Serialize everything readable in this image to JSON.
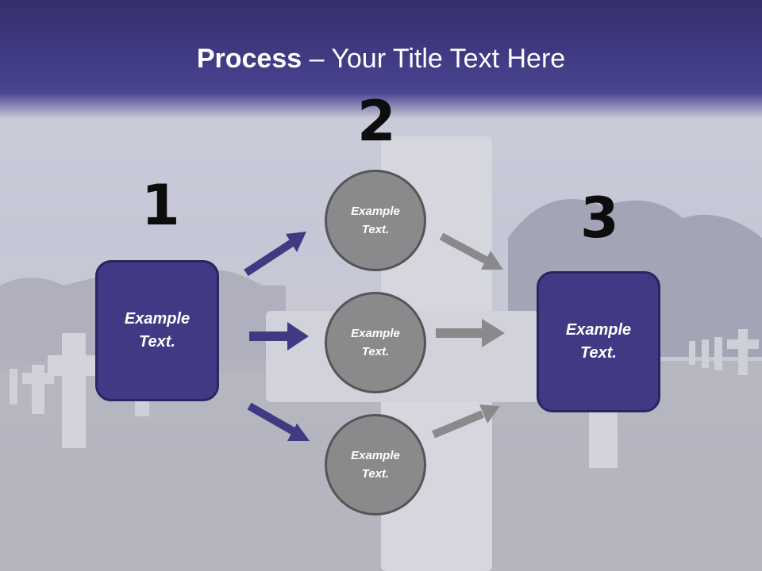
{
  "slide": {
    "title_bold": "Process",
    "title_rest": " – Your Title Text Here"
  },
  "steps": {
    "num1": "1",
    "num2": "2",
    "num3": "3"
  },
  "left_box": {
    "text": "Example Text."
  },
  "right_box": {
    "text": "Example Text."
  },
  "circles": [
    {
      "text": "Example Text."
    },
    {
      "text": "Example Text."
    },
    {
      "text": "Example Text."
    }
  ],
  "colors": {
    "title_bar": "#3f3a82",
    "box_fill": "#403a84",
    "circle_fill": "#8a8a8c",
    "arrow_blue": "#3f3a82",
    "arrow_gray": "#8a8a8c"
  }
}
